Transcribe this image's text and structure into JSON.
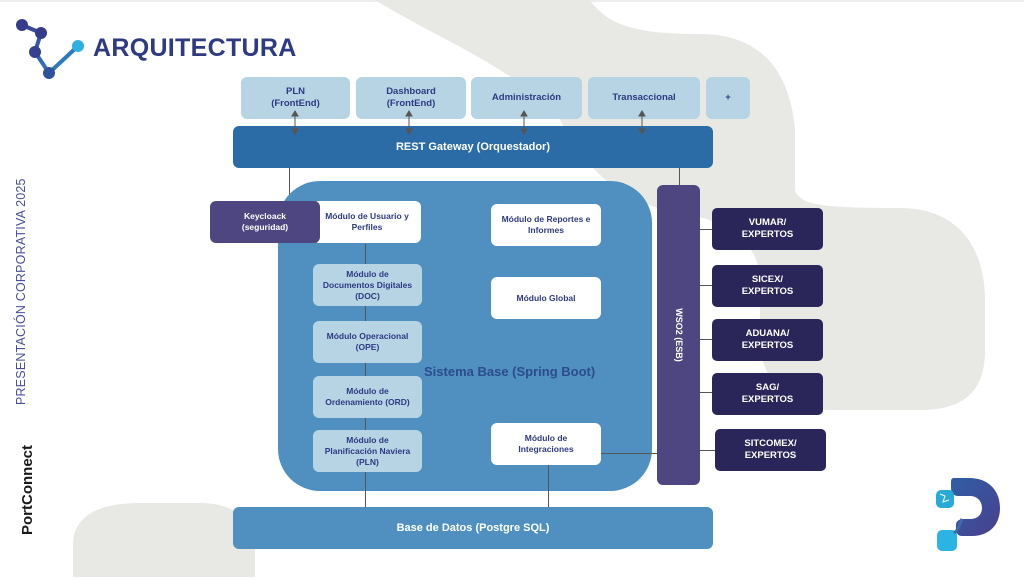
{
  "slide": {
    "title": "ARQUITECTURA",
    "side_subtitle": "PRESENTACIÓN CORPORATIVA 2025",
    "side_brand": "PortConnect",
    "logo_icon": "network-nodes-logo-icon",
    "brand_logo_icon": "portconnect-p-logo-icon"
  },
  "frontends": [
    {
      "label": "PLN\n(FrontEnd)"
    },
    {
      "label": "Dashboard\n(FrontEnd)"
    },
    {
      "label": "Administración"
    },
    {
      "label": "Transaccional"
    },
    {
      "label": "+"
    }
  ],
  "gateway": {
    "label": "REST Gateway (Orquestador)"
  },
  "keycloak": {
    "label": "Keycloack\n(seguridad)"
  },
  "system": {
    "label": "Sistema Base (Spring Boot)"
  },
  "modules": {
    "usuario": "Módulo de Usuario y\nPerfiles",
    "doc": "Módulo de\nDocumentos Digitales\n(DOC)",
    "ope": "Módulo Operacional\n(OPE)",
    "ord": "Módulo de\nOrdenamiento  (ORD)",
    "pln": "Módulo de\nPlanificación Naviera\n(PLN)",
    "reportes": "Módulo de Reportes e\nInformes",
    "global": "Módulo Global",
    "integraciones": "Módulo de\nIntegraciones"
  },
  "esb": {
    "label": "WSO2 (ESB)"
  },
  "externals": [
    {
      "label": "VUMAR/\nEXPERTOS"
    },
    {
      "label": "SICEX/\nEXPERTOS"
    },
    {
      "label": "ADUANA/\nEXPERTOS"
    },
    {
      "label": "SAG/\nEXPERTOS"
    },
    {
      "label": "SITCOMEX/\nEXPERTOS"
    }
  ],
  "database": {
    "label": "Base de Datos (Postgre SQL)"
  },
  "colors": {
    "title": "#2e3a82",
    "frontend": "#b6d4e3",
    "gateway": "#2c6ca6",
    "system": "#4f90c0",
    "esb": "#4e4680",
    "external": "#2b2659",
    "background_blob": "#e8e8e4"
  }
}
